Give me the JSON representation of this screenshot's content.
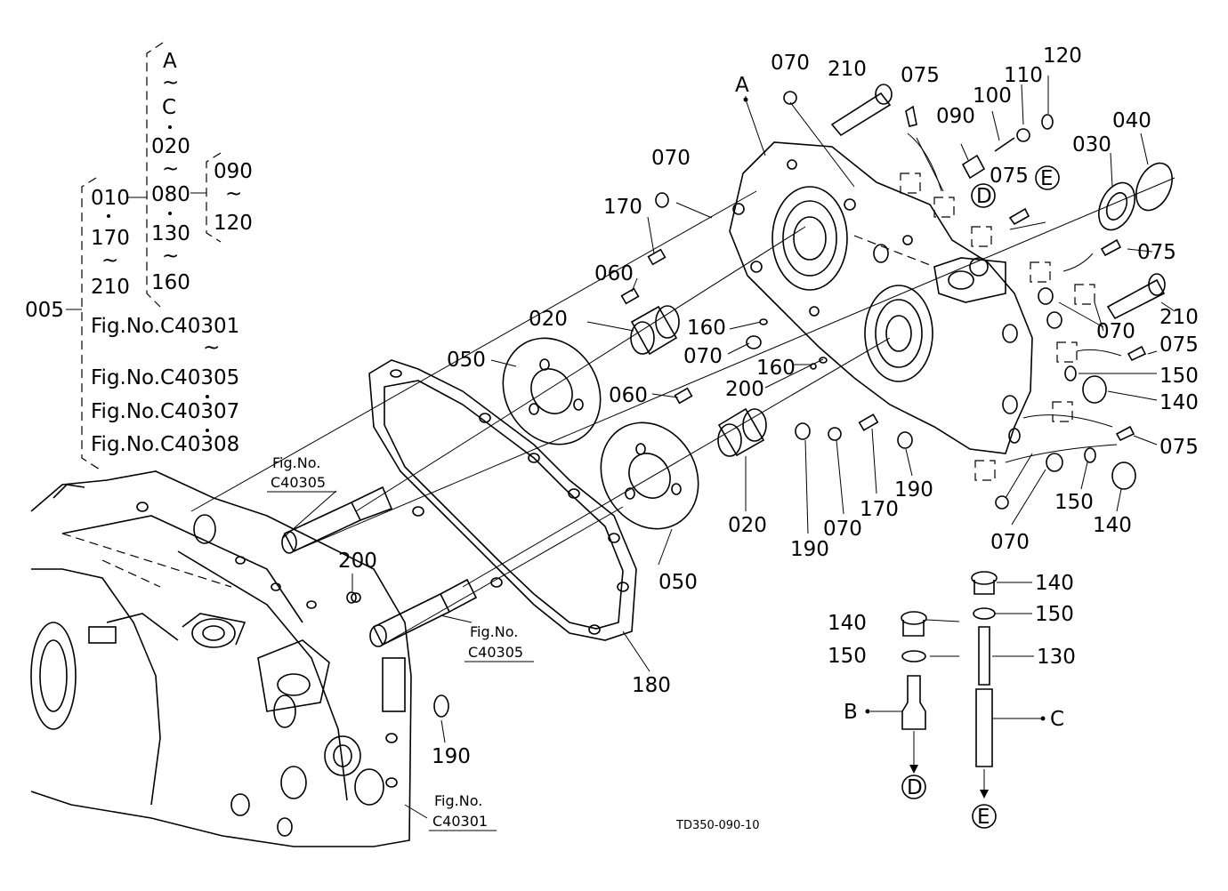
{
  "drawing_code": "TD350-090-10",
  "tree": {
    "root": "005",
    "group1": [
      "010",
      "170",
      "~",
      "210"
    ],
    "group2": [
      "A",
      "~",
      "C",
      "020",
      "~",
      "080",
      "130",
      "~",
      "160"
    ],
    "group3": [
      "090",
      "~",
      "120"
    ],
    "figs": [
      "Fig.No.C40301",
      "~",
      "Fig.No.C40305",
      "Fig.No.C40307",
      "Fig.No.C40308"
    ]
  },
  "fig_refs": [
    {
      "line1": "Fig.No.",
      "line2": "C40305"
    },
    {
      "line1": "Fig.No.",
      "line2": "C40305"
    },
    {
      "line1": "Fig.No.",
      "line2": "C40301"
    }
  ],
  "callouts": {
    "p070a": "070",
    "p210a": "210",
    "p075a": "075",
    "p120": "120",
    "p100": "100",
    "p110": "110",
    "p090": "090",
    "p040": "040",
    "p030": "030",
    "p075b": "075",
    "pA": "A",
    "p070b": "070",
    "p170a": "170",
    "p060a": "060",
    "p020a": "020",
    "p050a": "050",
    "p160a": "160",
    "p070c": "070",
    "p160b": "160",
    "p200a": "200",
    "p060b": "060",
    "p075c": "075",
    "p210b": "210",
    "p070d": "070",
    "p075d": "075",
    "p150a": "150",
    "p140a": "140",
    "p075e": "075",
    "p150b": "150",
    "p140b": "140",
    "p070e": "070",
    "p020b": "020",
    "p050b": "050",
    "p190a": "190",
    "p070f": "070",
    "p170b": "170",
    "p190b": "190",
    "p180": "180",
    "p200b": "200",
    "p190c": "190",
    "p140c": "140",
    "p150c": "150",
    "pB": "B",
    "p140d": "140",
    "p150d": "150",
    "p130": "130",
    "pC": "C"
  },
  "circles": {
    "D1": "D",
    "E1": "E",
    "D2": "D",
    "E2": "E"
  }
}
